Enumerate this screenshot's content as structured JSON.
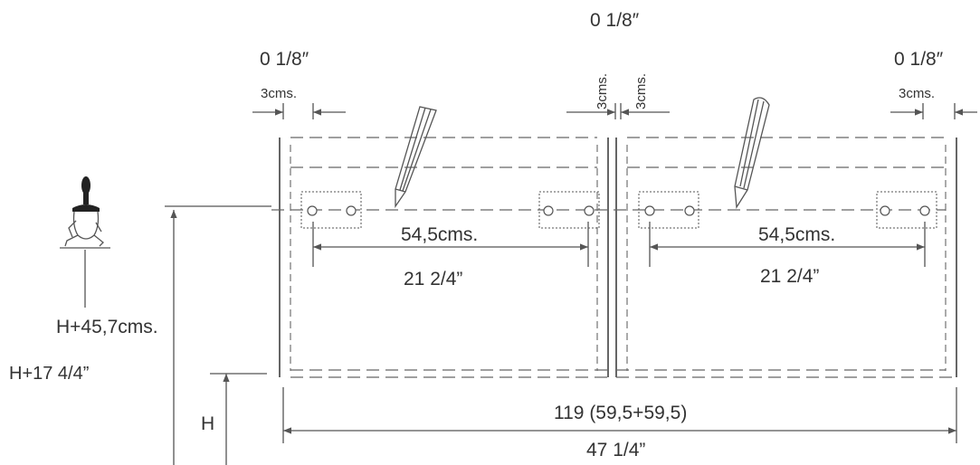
{
  "labels": {
    "inch_center_top": "0 1/8″",
    "inch_left_top": "0 1/8″",
    "inch_right_top": "0 1/8″",
    "cm_left": "3cms.",
    "cm_center_a": "3cms.",
    "cm_center_b": "3cms.",
    "cm_right": "3cms.",
    "span_cm_left": "54,5cms.",
    "span_in_left": "21 2/4”",
    "span_cm_right": "54,5cms.",
    "span_in_right": "21 2/4”",
    "height_cm": "H+45,7cms.",
    "height_in": "H+17 4/4”",
    "h_label": "H",
    "total_cm": "119 (59,5+59,5)",
    "total_in": "47 1/4”"
  }
}
